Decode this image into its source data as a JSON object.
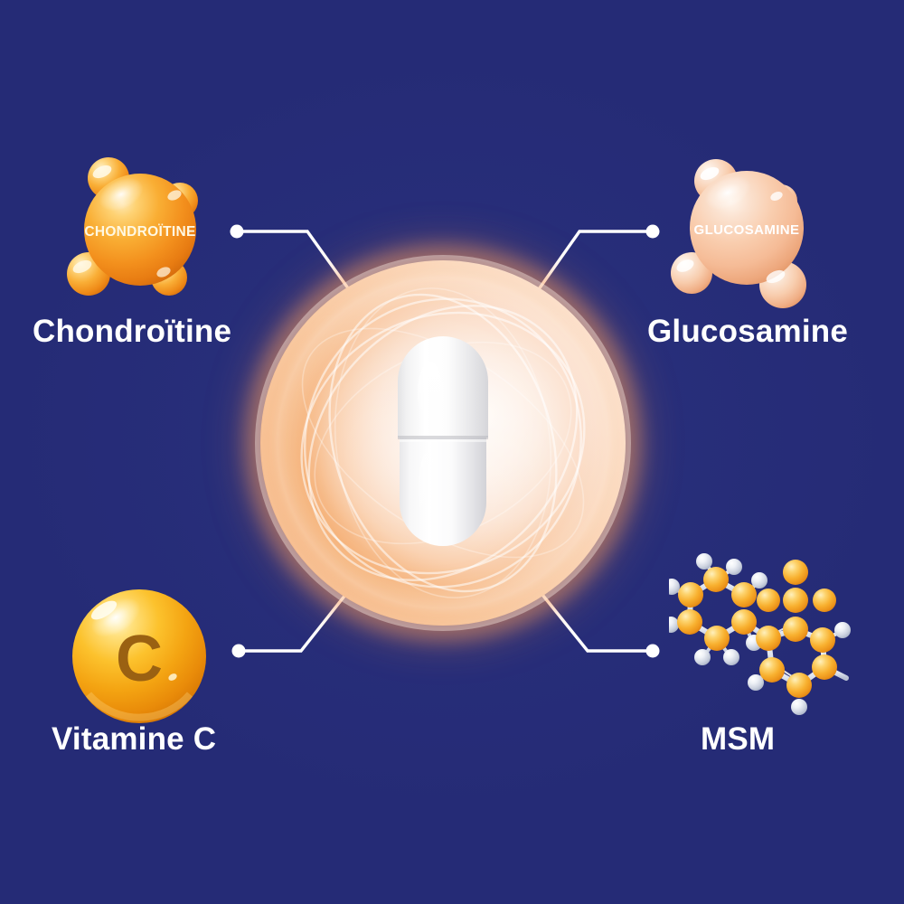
{
  "background": {
    "color": "#252b76",
    "accent_orange": "#ef8b3c",
    "accent_gold": "#f0a81e",
    "accent_peach": "#f7cdb0",
    "line_color": "#ffffff"
  },
  "center": {
    "name": "orange-energy-sphere-with-capsule",
    "capsule_color": "#ffffff"
  },
  "ingredients": [
    {
      "id": "chondroitine",
      "label": "Chondroïtine",
      "molecule_text": "CHONDROÏTINE",
      "icon": "orange-molecule-sphere-icon",
      "position": "top-left",
      "color": "#f5a01f"
    },
    {
      "id": "glucosamine",
      "label": "Glucosamine",
      "molecule_text": "GLUCOSAMINE",
      "icon": "peach-molecule-sphere-icon",
      "position": "top-right",
      "color": "#f8cdaf"
    },
    {
      "id": "vitamine-c",
      "label": "Vitamine C",
      "molecule_text": "C",
      "icon": "vitamin-c-drop-icon",
      "position": "bottom-left",
      "color": "#f2a51c"
    },
    {
      "id": "msm",
      "label": "MSM",
      "molecule_text": "",
      "icon": "msm-molecular-structure-icon",
      "position": "bottom-right",
      "color": "#f0a624"
    }
  ],
  "connectors": [
    {
      "id": "connector-chondroitine",
      "from": "chondroitine",
      "to": "center"
    },
    {
      "id": "connector-glucosamine",
      "from": "glucosamine",
      "to": "center"
    },
    {
      "id": "connector-vitamine-c",
      "from": "vitamine-c",
      "to": "center"
    },
    {
      "id": "connector-msm",
      "from": "msm",
      "to": "center"
    }
  ]
}
